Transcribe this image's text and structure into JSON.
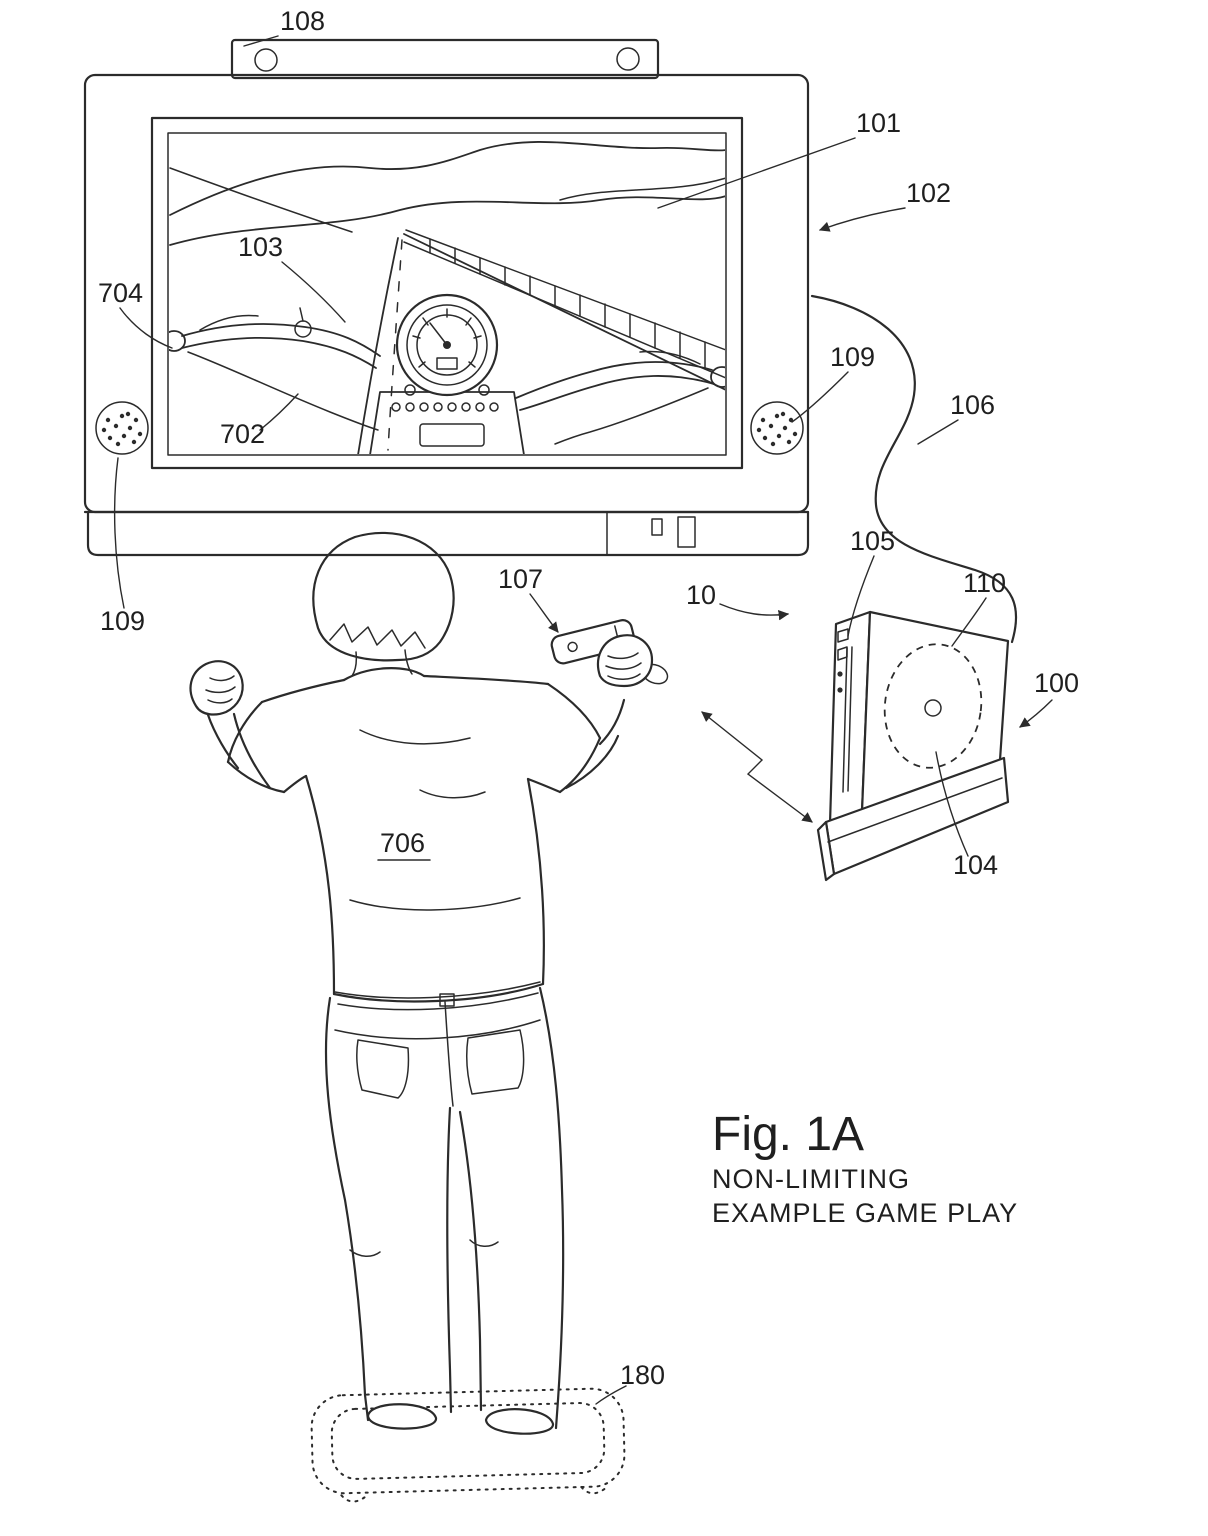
{
  "figure": {
    "title": "Fig. 1A",
    "caption_line1": "NON-LIMITING",
    "caption_line2": "EXAMPLE GAME PLAY"
  },
  "labels": {
    "ref_108": "108",
    "ref_101": "101",
    "ref_102": "102",
    "ref_103": "103",
    "ref_704": "704",
    "ref_109_right": "109",
    "ref_106": "106",
    "ref_702": "702",
    "ref_109_left": "109",
    "ref_107": "107",
    "ref_10": "10",
    "ref_105": "105",
    "ref_110": "110",
    "ref_100": "100",
    "ref_104": "104",
    "ref_706": "706",
    "ref_180": "180"
  }
}
